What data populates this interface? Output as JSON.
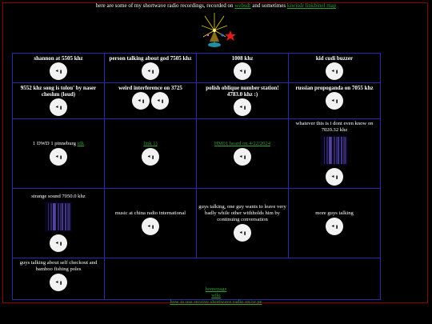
{
  "intro": {
    "text": "here are some of my shortwave radio recordings, recorded on",
    "link1": "websdr",
    "and": "and sometimes",
    "link2": "kiwisdr linkbinel map"
  },
  "rows": [
    [
      {
        "title": "shannon at 5505 khz",
        "bold": true,
        "players": 1
      },
      {
        "title": "person talking about god 7505 khz",
        "bold": true,
        "players": 1
      },
      {
        "title": "1008 khz",
        "bold": true,
        "players": 1
      },
      {
        "title": "kid cudi buzzer",
        "bold": true,
        "players": 1
      }
    ],
    [
      {
        "title": "9552 khz song is tolou' by naser cheshm (loud)",
        "bold": true,
        "players": 1
      },
      {
        "title": "weird interference on 3725",
        "bold": true,
        "players": 2
      },
      {
        "title": "polish oblique number station! 4783.0 khz :)",
        "bold": true,
        "players": 1
      },
      {
        "title": "russian propoganda on 7055 khz",
        "bold": true,
        "players": 1
      }
    ],
    [
      {
        "title": "1 DWD 1 pinneburg",
        "link": "idk",
        "players": 1
      },
      {
        "title": "",
        "link": "link 1)",
        "players": 1
      },
      {
        "title": "",
        "link": "HM01 heard on 4/22/2024",
        "players": 1
      },
      {
        "title": "whatever this is i dont even know on 7020.32 khz",
        "players": 1,
        "spectro": true
      }
    ],
    [
      {
        "title": "strange sound 7050.0 khz",
        "players": 1,
        "spectro": true
      },
      {
        "title": "music at china radio international",
        "players": 1
      },
      {
        "title": "guys talking, one guy wants to leave very badly while other withholds him by continuing conversation",
        "players": 1
      },
      {
        "title": "more guys talking",
        "players": 1
      }
    ],
    [
      {
        "title": "guys talking about self checkout and bamboo fishing poles",
        "players": 1
      }
    ]
  ],
  "player_icons": {
    "play": "play-arrow-icon",
    "menu": "more-vert-icon"
  },
  "footer": {
    "links": [
      "homepage",
      "wiki",
      "how to use receive shortwave radio on/or pe"
    ]
  }
}
